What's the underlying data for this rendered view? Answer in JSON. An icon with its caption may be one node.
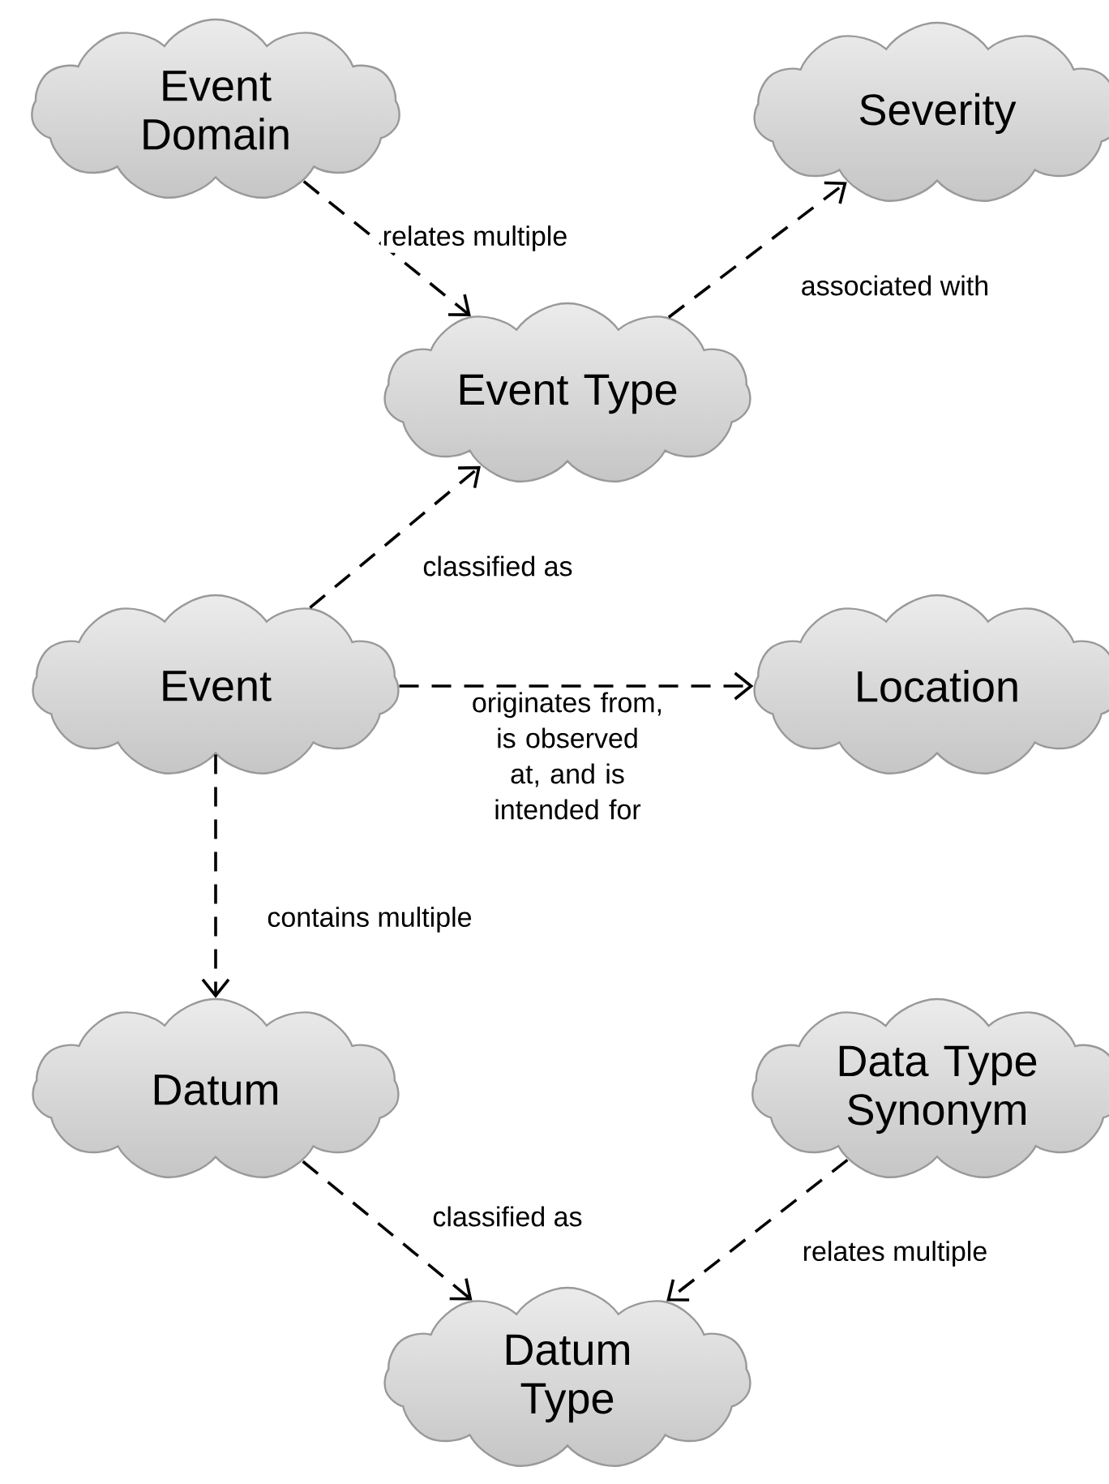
{
  "diagram": {
    "nodes": [
      {
        "text": [
          "Event Domain"
        ]
      },
      {
        "text": [
          "Severity"
        ]
      },
      {
        "text": [
          "Event Type"
        ]
      },
      {
        "text": [
          "Event"
        ]
      },
      {
        "text": [
          "Location"
        ]
      },
      {
        "text": [
          "Datum"
        ]
      },
      {
        "text": [
          "Data Type Synonym"
        ]
      },
      {
        "text": [
          "Datum Type"
        ]
      }
    ],
    "edges": [
      {
        "from": 0,
        "to": 2,
        "arrow": "to",
        "label": "relates multiple",
        "style": "dashed"
      },
      {
        "from": 2,
        "to": 1,
        "arrow": "to",
        "label": "associated with",
        "style": "dashed"
      },
      {
        "from": 3,
        "to": 2,
        "arrow": "to",
        "label": "classified as",
        "style": "dashed"
      },
      {
        "from": 3,
        "to": 4,
        "arrow": "to",
        "label": "originates from, is observed at, and is intended for",
        "style": "dashed"
      },
      {
        "from": 3,
        "to": 5,
        "arrow": "to",
        "label": "contains multiple",
        "style": "dashed"
      },
      {
        "from": 5,
        "to": 7,
        "arrow": "to",
        "label": "classified as",
        "style": "dashed"
      },
      {
        "from": 6,
        "to": 7,
        "arrow": "to",
        "label": "relates multiple",
        "style": "dashed"
      }
    ]
  }
}
